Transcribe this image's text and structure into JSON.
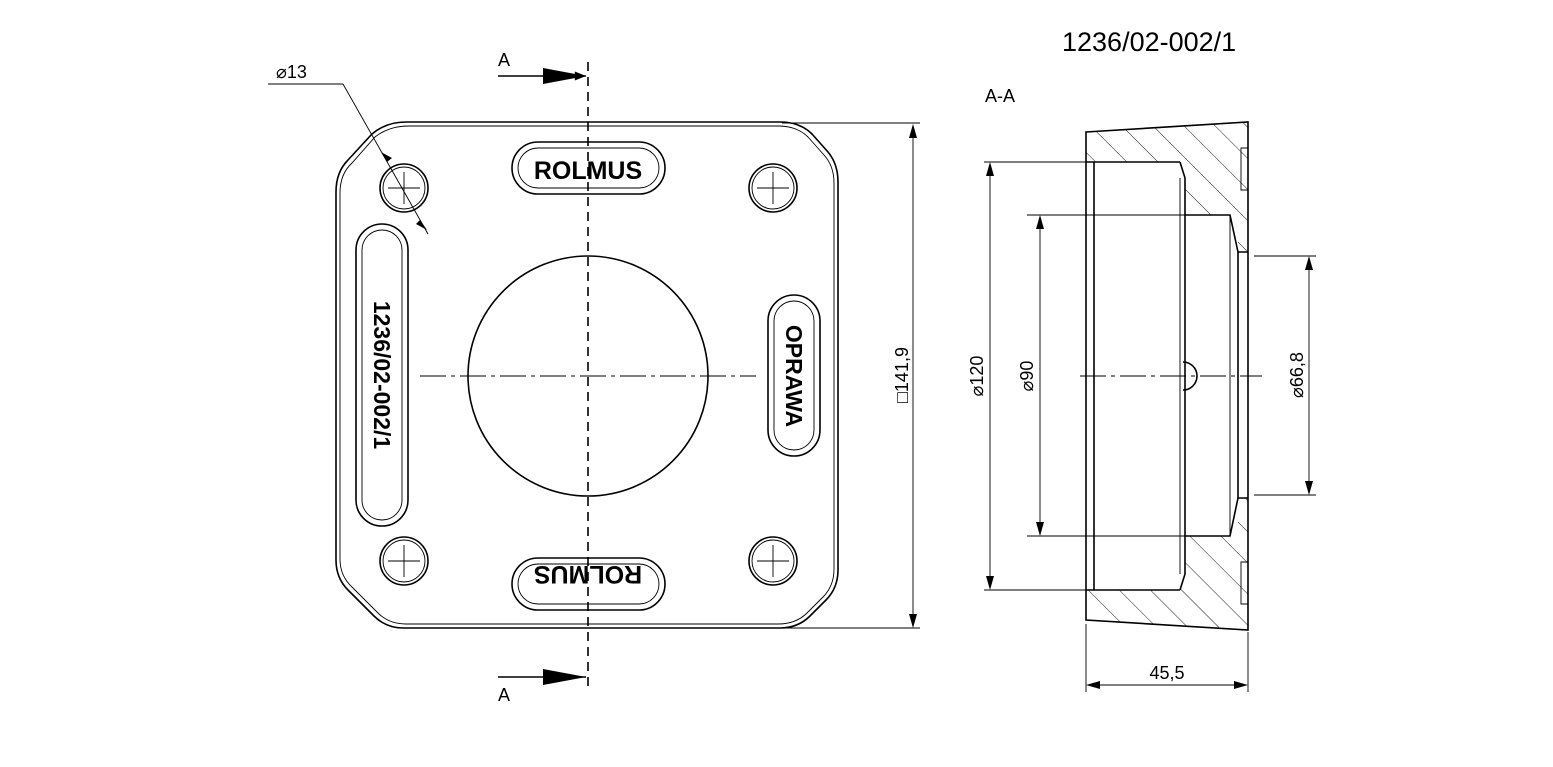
{
  "drawing": {
    "number": "1236/02-002/1",
    "section_label": "A-A",
    "cut_arrow_top": "A",
    "cut_arrow_bottom": "A"
  },
  "embossing": {
    "top": "ROLMUS",
    "bottom": "ROLMUS",
    "left": "1236/02-002/1",
    "right": "OPRAWA"
  },
  "dimensions": {
    "hole_diameter": "13",
    "square_size": "141,9",
    "outer_diameter": "120",
    "inner_diameter": "90",
    "bore_diameter": "66,8",
    "depth": "45,5"
  },
  "symbols": {
    "diameter": "⌀",
    "square": "□"
  }
}
